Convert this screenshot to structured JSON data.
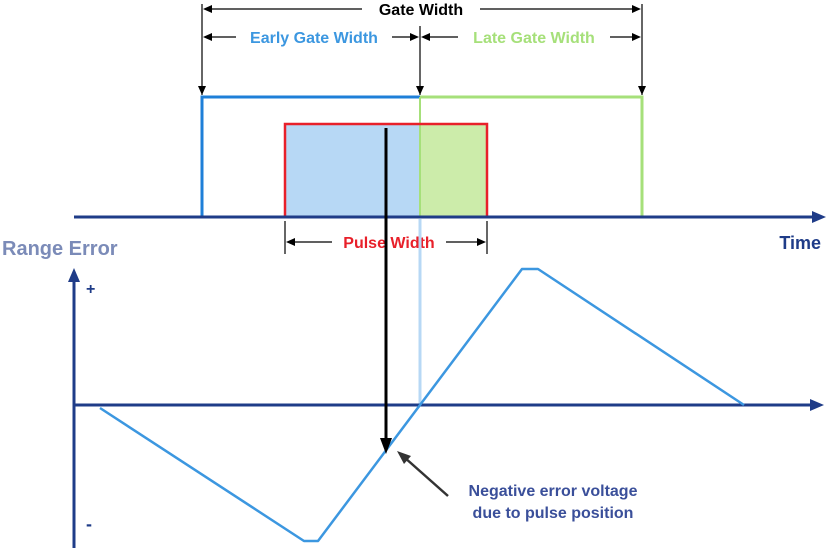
{
  "labels": {
    "gate_width": "Gate Width",
    "early_gate_width": "Early Gate Width",
    "late_gate_width": "Late Gate Width",
    "pulse_width": "Pulse Width",
    "time_axis": "Time",
    "range_error_axis": "Range Error",
    "plus_sign": "+",
    "minus_sign": "-",
    "annotation_line1": "Negative error voltage",
    "annotation_line2": "due to pulse position"
  },
  "colors": {
    "axis": "#1f3c88",
    "early_gate": "#1e7fd8",
    "late_gate": "#a6e07a",
    "pulse": "#e8202a",
    "early_fill": "#b7d8f5",
    "late_fill": "#ccecaa",
    "error_curve": "#3c97e0",
    "annotation_text": "#3a4f9a",
    "range_error_text": "#7b8bb8",
    "dimension": "#000000"
  },
  "icons": {
    "arrow": "arrow-head-icon"
  }
}
